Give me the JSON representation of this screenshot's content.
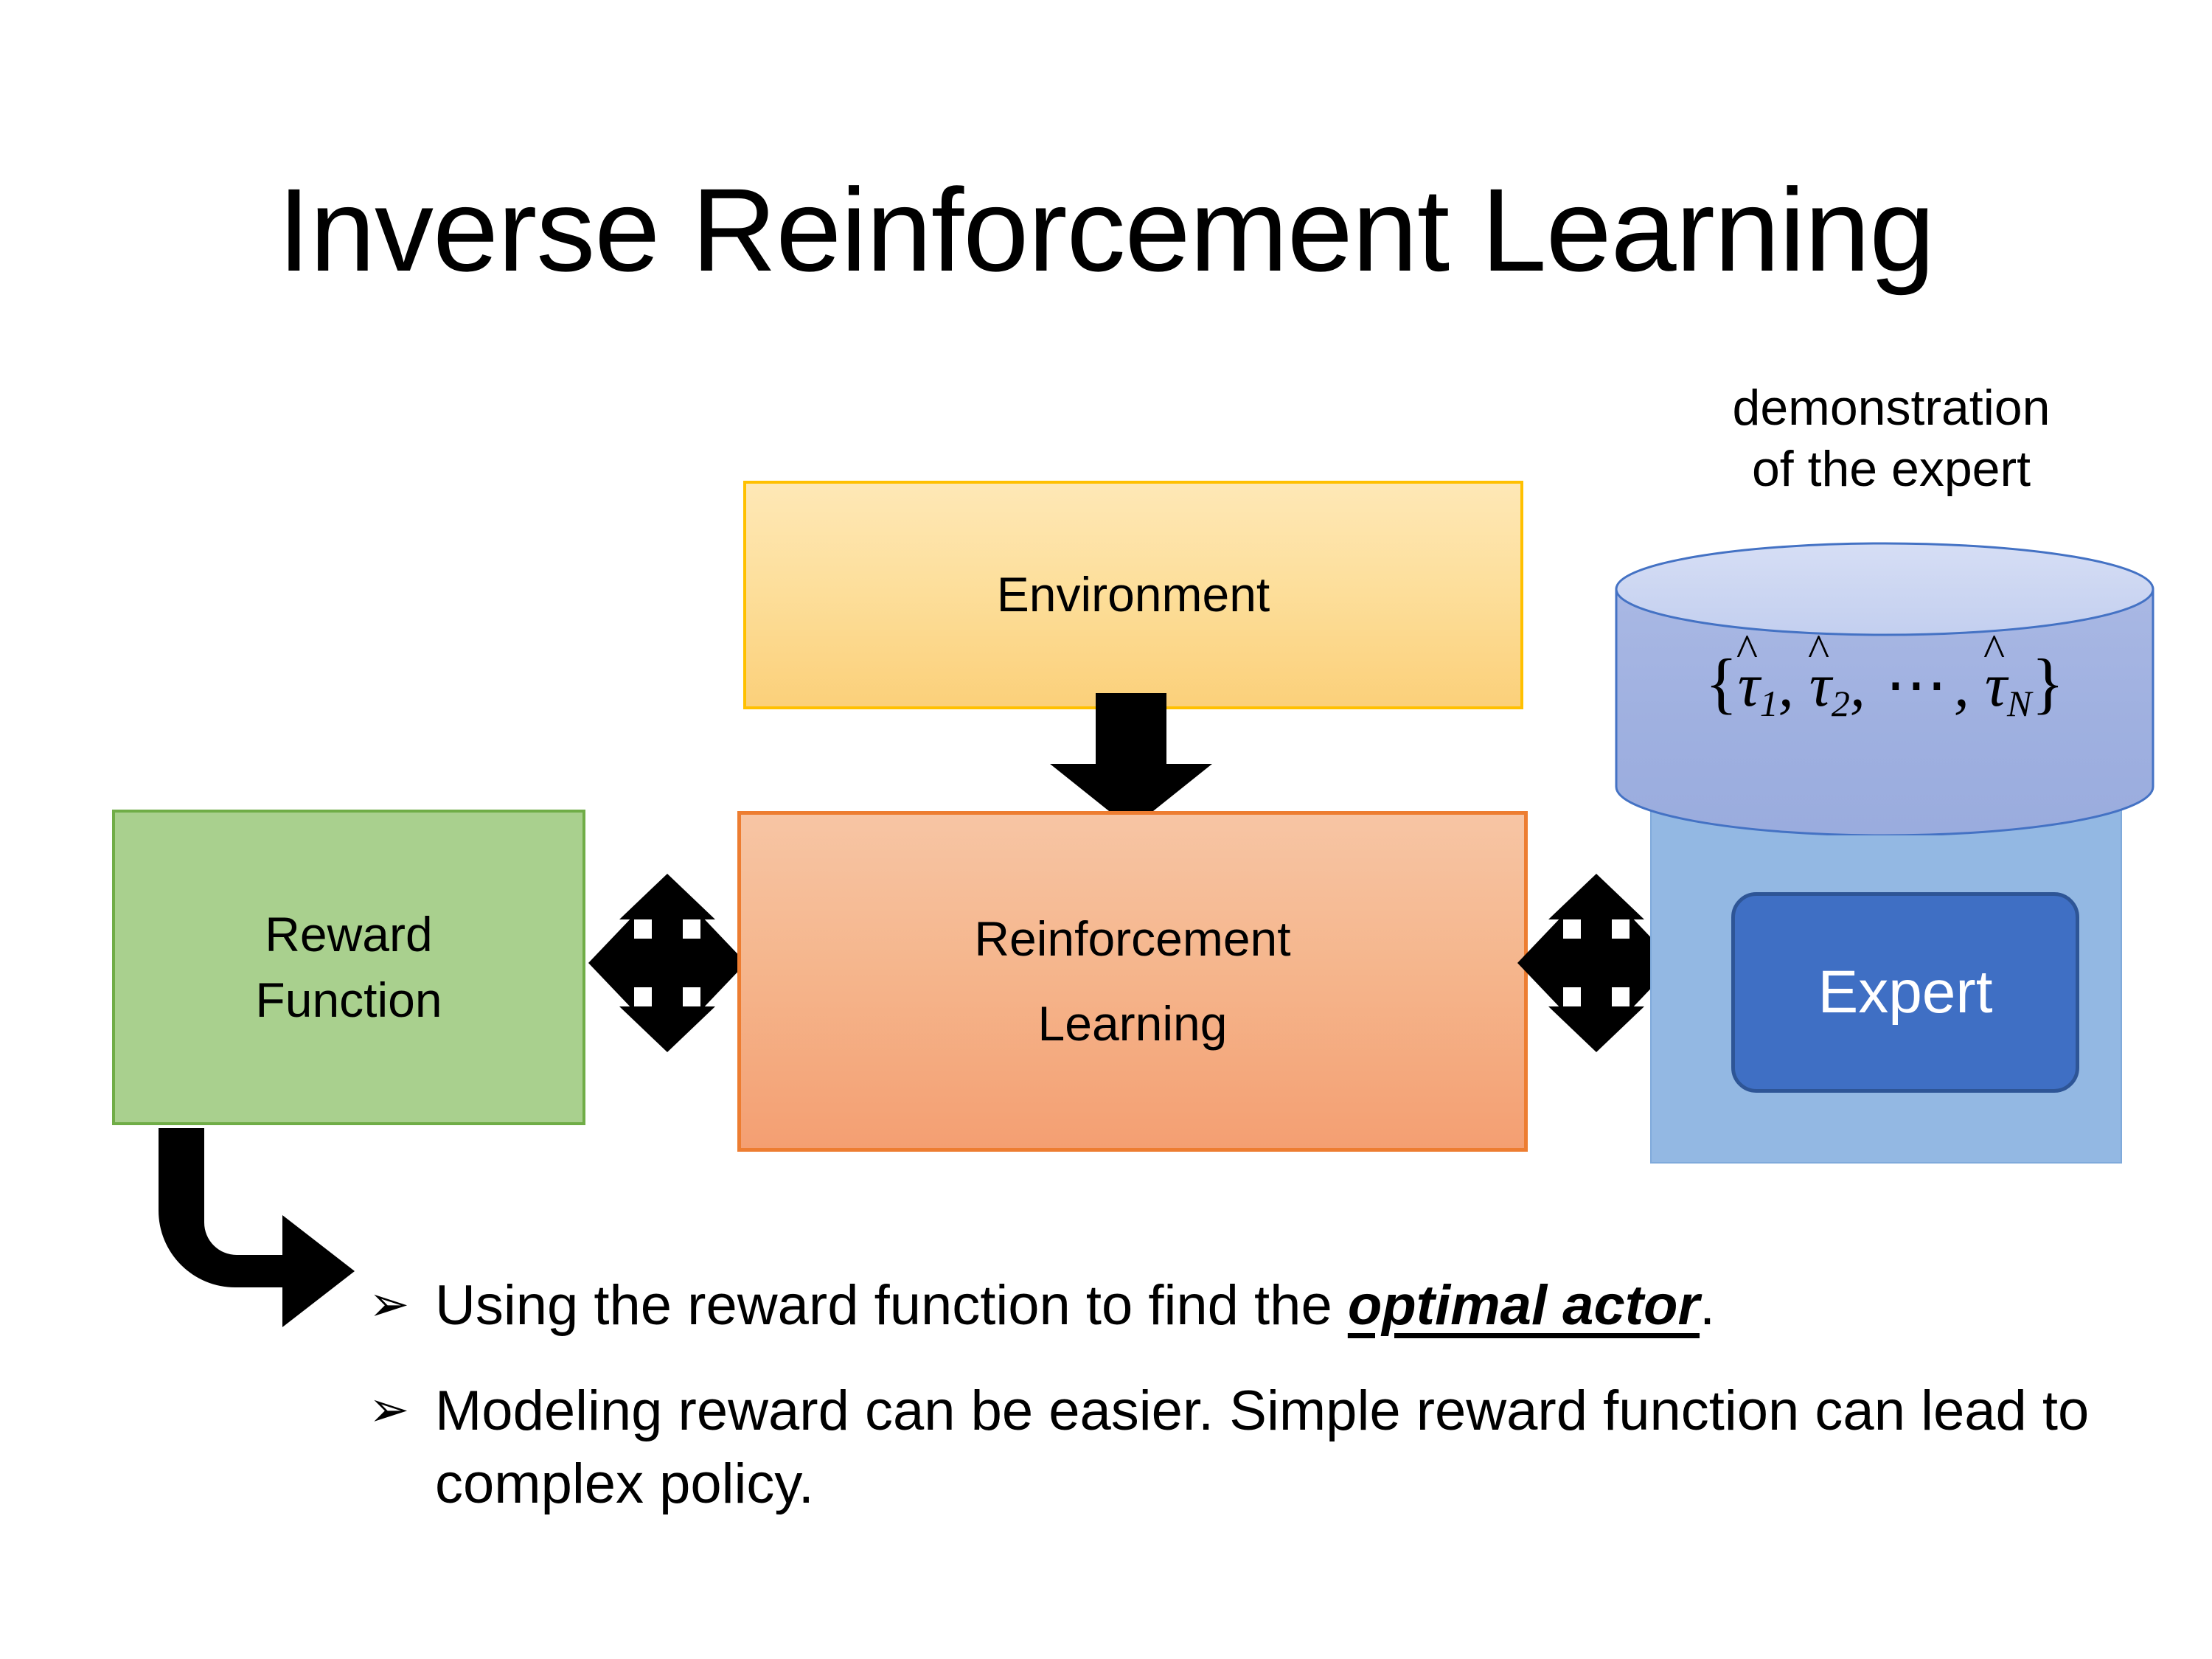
{
  "slide": {
    "title": "Inverse Reinforcement Learning",
    "background": "#FFFFFF"
  },
  "diagram": {
    "environment": {
      "label": "Environment",
      "fill": "#FBD07A",
      "border": "#FFC000"
    },
    "reinforcement_learning": {
      "label_line1": "Reinforcement",
      "label_line2": "Learning",
      "fill": "#F4B183",
      "border": "#ED7D31"
    },
    "reward_function": {
      "label_line1": "Reward",
      "label_line2": "Function",
      "fill": "#A9D08E",
      "border": "#70AD47"
    },
    "demonstration": {
      "caption_line1": "demonstration",
      "caption_line2": "of the expert",
      "cylinder_fill": "#A3B4E0",
      "cylinder_top_fill": "#CFD8F0",
      "cylinder_border": "#4472C4",
      "set_notation": {
        "open_brace": "{",
        "tau_symbol": "τ",
        "hat": "^",
        "subscript_1": "1",
        "subscript_2": "2",
        "ellipsis": "⋯",
        "subscript_n": "N",
        "comma": ",",
        "close_brace": "}"
      }
    },
    "expert": {
      "label": "Expert",
      "fill": "#3F6FC4",
      "border": "#2E5596",
      "text_color": "#FFFFFF",
      "backplate_fill": "#93B8E3"
    },
    "arrows": {
      "environment_to_rl": "down-arrow",
      "reward_to_rl": "four-way-arrow",
      "rl_to_expert": "four-way-arrow",
      "reward_to_bullet": "bent-arrow",
      "color": "#000000"
    }
  },
  "bullets": {
    "marker": "➢",
    "items": [
      {
        "prefix": "Using the reward function to find the ",
        "emphasis": "optimal actor",
        "suffix": "."
      },
      {
        "prefix": "Modeling reward can be easier. Simple reward function can lead to complex policy.",
        "emphasis": "",
        "suffix": ""
      }
    ]
  }
}
